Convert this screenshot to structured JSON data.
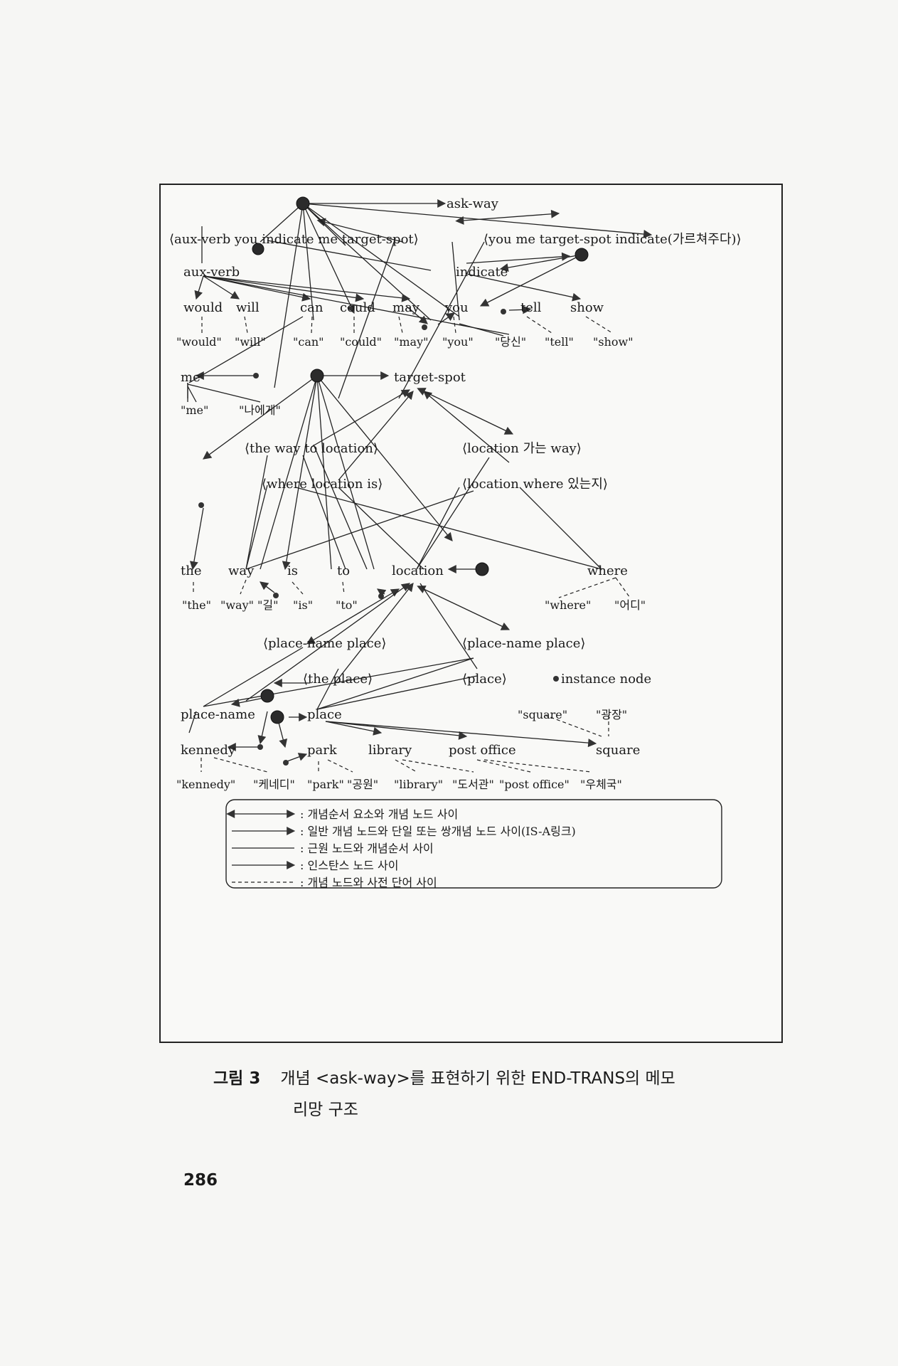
{
  "figure": {
    "nodes": {
      "ask_way": "ask-way",
      "frame1": "⟨aux-verb you indicate me target-spot⟩",
      "frame2": "⟨you me target-spot indicate(가르쳐주다)⟩",
      "aux_verb": "aux-verb",
      "indicate": "indicate",
      "would": "would",
      "will": "will",
      "can": "can",
      "could": "could",
      "may": "may",
      "you": "you",
      "tell": "tell",
      "show": "show",
      "me": "me",
      "target_spot": "target-spot",
      "frame_the_way": "⟨the way to location⟩",
      "frame_location_way": "⟨location 가는 way⟩",
      "frame_where_location": "⟨where location is⟩",
      "frame_location_where": "⟨location where 있는지⟩",
      "the": "the",
      "way": "way",
      "is": "is",
      "to": "to",
      "location": "location",
      "where": "where",
      "frame_place_name1": "⟨place-name place⟩",
      "frame_place_name2": "⟨place-name place⟩",
      "frame_the_place": "⟨the place⟩",
      "frame_place": "⟨place⟩",
      "instance_node": "instance node",
      "place_name": "place-name",
      "place": "place",
      "kennedy": "kennedy",
      "park": "park",
      "library": "library",
      "post_office": "post office",
      "square": "square"
    },
    "words": {
      "would": "\"would\"",
      "will": "\"will\"",
      "can": "\"can\"",
      "could": "\"could\"",
      "may": "\"may\"",
      "you": "\"you\"",
      "dangsin": "\"당신\"",
      "tell": "\"tell\"",
      "show": "\"show\"",
      "me": "\"me\"",
      "naege": "\"나에게\"",
      "the": "\"the\"",
      "way": "\"way\"",
      "gil": "\"길\"",
      "is": "\"is\"",
      "to": "\"to\"",
      "where": "\"where\"",
      "eodi": "\"어디\"",
      "square": "\"square\"",
      "gwangjang": "\"광장\"",
      "kennedy": "\"kennedy\"",
      "kenedi": "\"케네디\"",
      "park": "\"park\"",
      "gongwon": "\"공원\"",
      "library": "\"library\"",
      "doseogwan": "\"도서관\"",
      "post_office": "\"post office\"",
      "ucheguk": "\"우체국\""
    },
    "legend": [
      ": 개념순서 요소와 개념 노드 사이",
      ": 일반 개념 노드와 단일 또는 쌍개념 노드 사이(IS-A링크)",
      ": 근원 노드와 개념순서 사이",
      ": 인스탄스 노드 사이",
      ": 개념 노드와 사전 단어 사이"
    ]
  },
  "caption": {
    "number": "그림 3",
    "line1": "개념 <ask-way>를 표현하기 위한 END-TRANS의 메모",
    "line2": "리망 구조"
  },
  "page_number": "286"
}
